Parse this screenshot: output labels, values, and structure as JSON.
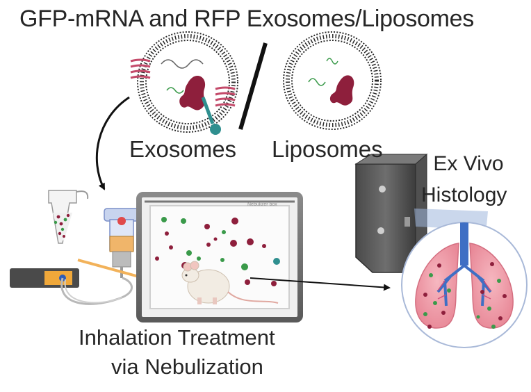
{
  "title": "GFP-mRNA and RFP Exosomes/Liposomes",
  "labels": {
    "exosomes": "Exosomes",
    "liposomes": "Liposomes",
    "ex_vivo": "Ex Vivo",
    "histology": "Histology",
    "inhalation": "Inhalation Treatment",
    "nebulization": "via Nebulization",
    "nebulizer_box": "Nebulizer box"
  },
  "colors": {
    "gfp_green": "#3a9a4a",
    "rfp_red": "#8e1f3c",
    "membrane_pink": "#c44a6a",
    "teal_protein": "#2f8f8f",
    "lung_pink": "#ef9aa6",
    "airway_blue": "#3f6fc4",
    "arrow_orange": "#f2b25a"
  },
  "icons": [
    "exosome-icon",
    "liposome-icon",
    "mouse-icon",
    "nebulizer-icon",
    "microscope-icon",
    "lungs-icon",
    "tube-icon"
  ]
}
